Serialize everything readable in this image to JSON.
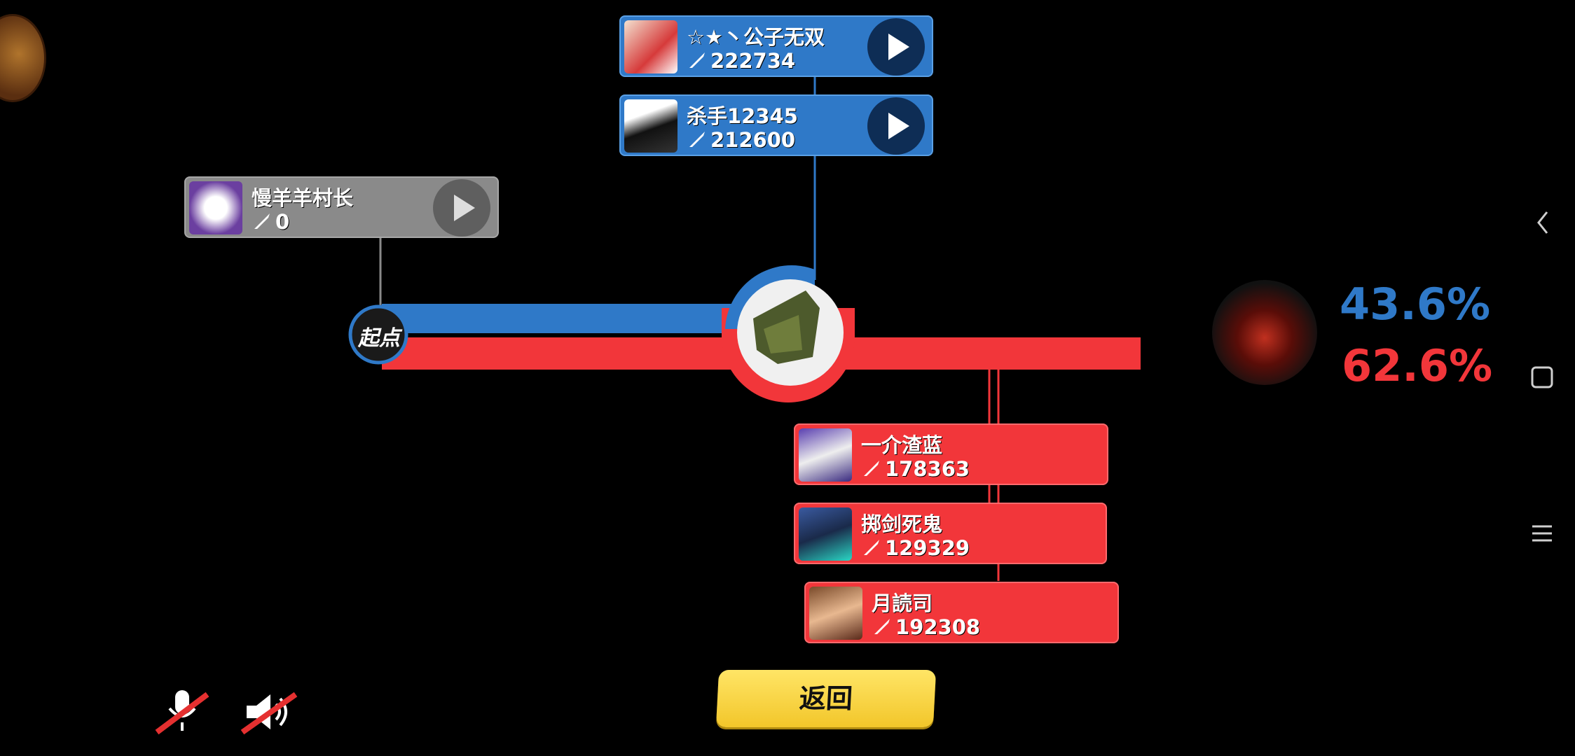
{
  "blue_team": [
    {
      "name": "☆★丶公子无双",
      "power": "222734"
    },
    {
      "name": "杀手12345",
      "power": "212600"
    }
  ],
  "gray_player": {
    "name": "慢羊羊村长",
    "power": "0"
  },
  "red_team": [
    {
      "name": "一介渣蓝",
      "power": "178363"
    },
    {
      "name": "掷剑死鬼",
      "power": "129329"
    },
    {
      "name": "月読司",
      "power": "192308"
    }
  ],
  "start_label": "起点",
  "boss": {
    "blue_pct": "43.6%",
    "red_pct": "62.6%"
  },
  "back_button": "返回",
  "colors": {
    "blue": "#2f79c8",
    "red": "#f2363a",
    "gray": "#8a8a8a",
    "back": "#f4d23c"
  },
  "icons": [
    "treasure-chest-icon",
    "mic-muted-icon",
    "speaker-muted-icon",
    "back-nav-icon",
    "home-nav-icon",
    "menu-nav-icon",
    "play-icon",
    "sword-icon"
  ]
}
